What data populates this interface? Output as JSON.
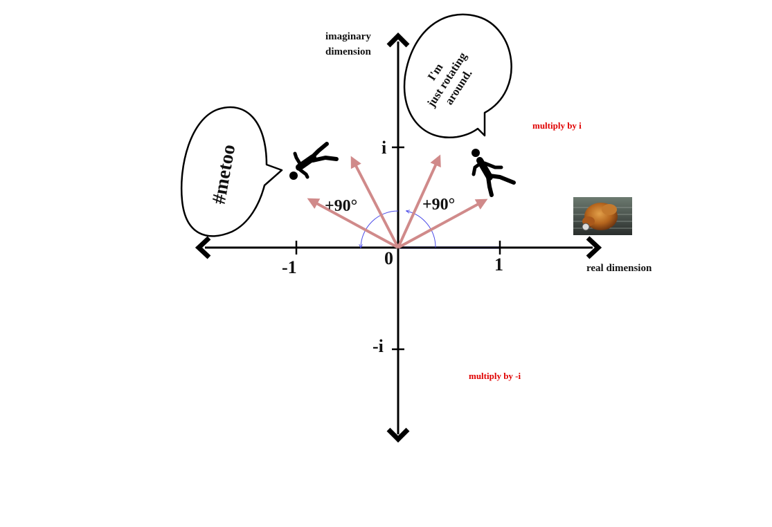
{
  "axes": {
    "imaginary_label_line1": "imaginary",
    "imaginary_label_line2": "dimension",
    "real_label": "real dimension",
    "ticks": {
      "origin": "0",
      "pos_real": "1",
      "neg_real": "-1",
      "pos_imag": "i",
      "neg_imag": "-i"
    }
  },
  "rotation_labels": {
    "right": "+90°",
    "left": "+90°"
  },
  "notes": {
    "multiply_i": "multiply by i",
    "multiply_neg_i": "multiply by -i"
  },
  "bubbles": {
    "right_line1": "I'm",
    "right_line2": "just rotating",
    "right_line3": "around.",
    "left_text": "#metoo"
  },
  "icons": {
    "figure_right": "falling-person-icon",
    "figure_left": "falling-person-icon",
    "photo": "roast-chicken-photo"
  },
  "colors": {
    "axis": "#000000",
    "arrow": "#d08a8a",
    "arc": "#4a4ae8",
    "base_vector": "#b8b8ee",
    "note": "#e00000"
  }
}
